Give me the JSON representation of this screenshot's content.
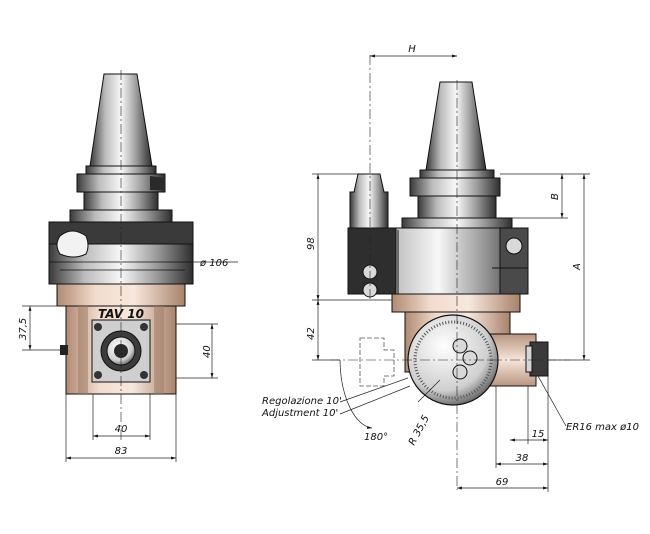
{
  "model": "TAV 10",
  "dims": {
    "diameter": "ø 106",
    "d375": "37,5",
    "d40_side": "40",
    "d40_bottom": "40",
    "d83": "83",
    "H": "H",
    "B": "B",
    "A": "A",
    "d98": "98",
    "d42": "42",
    "d15": "15",
    "d38": "38",
    "d69": "69",
    "radius": "R 35,5",
    "angle": "180°",
    "collet": "ER16 max ø10"
  },
  "notes": {
    "adj_it": "Regolazione 10'",
    "adj_en": "Adjustment 10'"
  },
  "colors": {
    "steel_dark": "#2f2f2f",
    "steel_light": "#eaeaea",
    "body_tan": "#e6c9b5",
    "line": "#111111"
  }
}
